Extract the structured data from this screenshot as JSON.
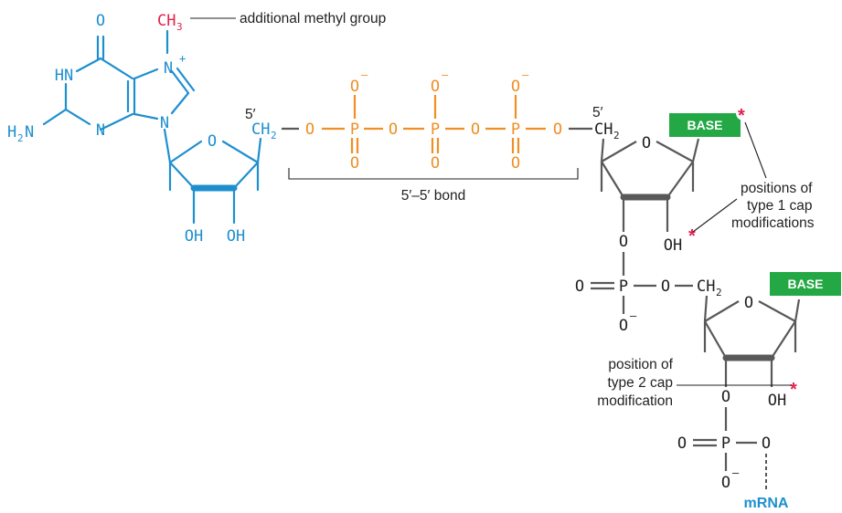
{
  "guanine": {
    "o": "O",
    "hn": "HN",
    "nh2_n": "N",
    "nh2_h": "H",
    "nh2_sub": "2",
    "n3": "N",
    "n7": "N",
    "n7_charge": "+",
    "n9": "N",
    "methyl_ch": "CH",
    "methyl_sub": "3"
  },
  "ribose1": {
    "o": "O",
    "oh_left": "OH",
    "oh_right": "OH",
    "ch": "CH",
    "ch_sub": "2",
    "prime": "5′"
  },
  "triphosphate": {
    "o_link": "O",
    "p": "P",
    "o_neg": "O",
    "minus": "–",
    "o_double": "O"
  },
  "ribose2": {
    "prime": "5′",
    "ch": "CH",
    "ch_sub": "2",
    "o": "O",
    "oh": "OH",
    "o_link": "O",
    "base": "BASE"
  },
  "phosphate2": {
    "o_dbl": "O",
    "p": "P",
    "o_link": "O",
    "o_neg": "O",
    "minus": "–"
  },
  "ribose3": {
    "ch": "CH",
    "ch_sub": "2",
    "o": "O",
    "oh": "OH",
    "o_link": "O",
    "base": "BASE"
  },
  "phosphate3": {
    "o_dbl": "O",
    "p": "P",
    "o_link": "O",
    "o_neg": "O",
    "minus": "–"
  },
  "labels": {
    "methyl": "additional methyl group",
    "bond": "5′–5′ bond",
    "type1_line1": "positions of",
    "type1_line2": "type 1 cap",
    "type1_line3": "modifications",
    "type2_line1": "position of",
    "type2_line2": "type 2 cap",
    "type2_line3": "modification",
    "mrna": "mRNA",
    "asterisk": "*"
  },
  "colors": {
    "blue": "#1e8fce",
    "orange": "#ef8f26",
    "gray": "#595959",
    "red": "#e3214d",
    "green": "#23a845"
  }
}
